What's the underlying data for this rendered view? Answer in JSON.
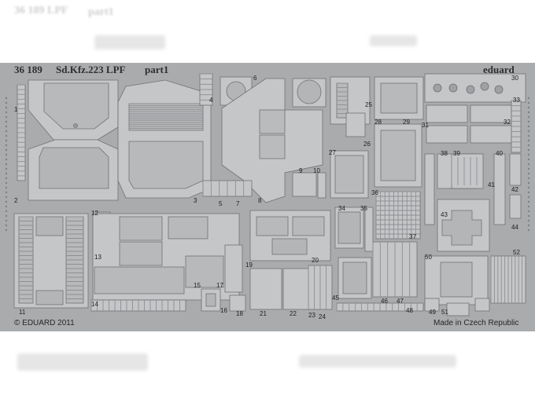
{
  "fret": {
    "catalog_number": "36 189",
    "model": "Sd.Kfz.223 LPF",
    "part": "part1",
    "brand": "eduard",
    "copyright": "© EDUARD 2011",
    "origin": "Made in Czech Republic"
  },
  "part_numbers": [
    "1",
    "2",
    "3",
    "4",
    "5",
    "6",
    "7",
    "8",
    "9",
    "10",
    "11",
    "12",
    "13",
    "14",
    "15",
    "16",
    "17",
    "18",
    "19",
    "20",
    "21",
    "22",
    "23",
    "24",
    "25",
    "26",
    "27",
    "28",
    "29",
    "30",
    "31",
    "32",
    "33",
    "34",
    "35",
    "36",
    "37",
    "38",
    "39",
    "40",
    "41",
    "42",
    "43",
    "44",
    "45",
    "46",
    "47",
    "48",
    "49",
    "50",
    "51",
    "52"
  ],
  "colors": {
    "fret": "#a9abad",
    "part": "#c4c6c8",
    "etch": "#8d8f92",
    "text": "#202020"
  }
}
